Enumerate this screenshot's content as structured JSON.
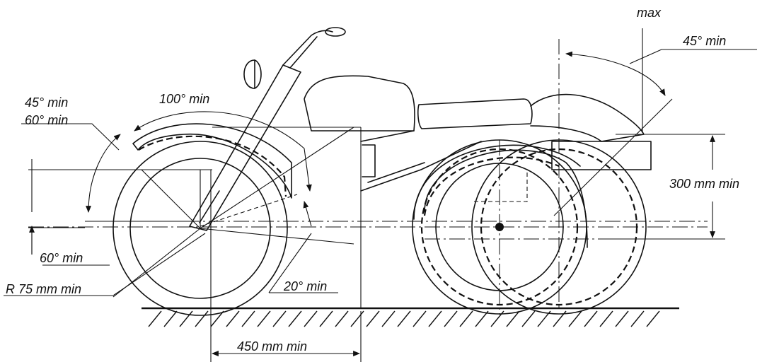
{
  "labels": {
    "max": "max",
    "angle_45_top": "45° min",
    "angle_100": "100° min",
    "angle_45_left": "45° min",
    "angle_60_left": "60° min",
    "height_300": "300 mm min",
    "angle_60_bottom": "60° min",
    "radius_75": "R 75 mm min",
    "angle_20": "20° min",
    "length_450": "450 mm min"
  }
}
